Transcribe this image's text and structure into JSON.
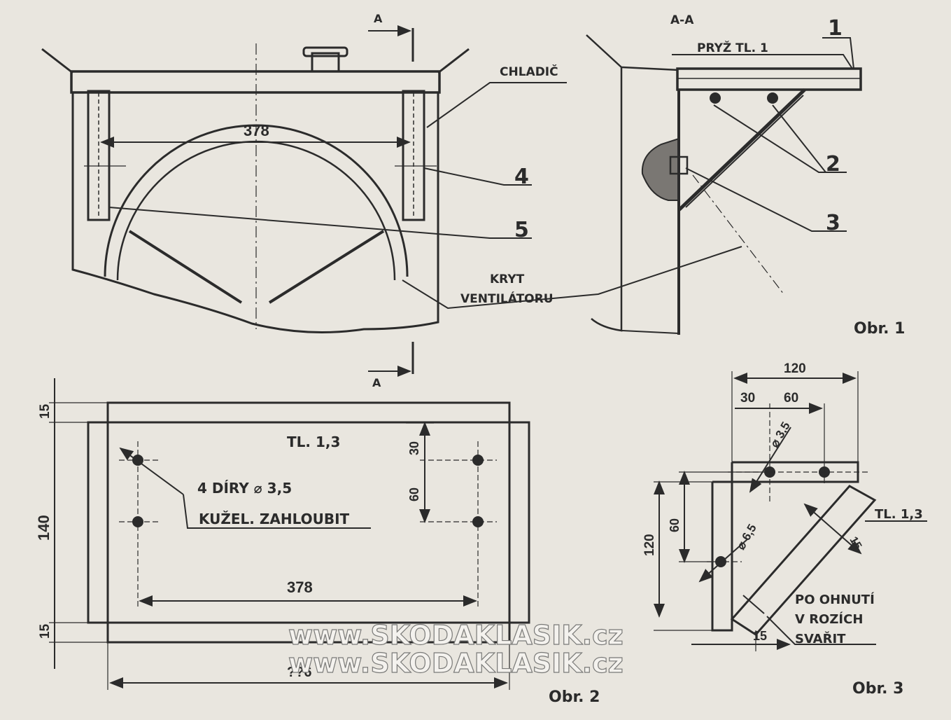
{
  "fig1": {
    "section_a": "A",
    "section_a_bottom": "A",
    "section_aa": "A-A",
    "dim_378": "378",
    "chladic": "CHLADIČ",
    "pryz": "PRYŽ TL. 1",
    "kryt_line1": "KRYT",
    "kryt_line2": "VENTILÁTORU",
    "callout_1": "1",
    "callout_2": "2",
    "callout_3": "3",
    "callout_4": "4",
    "callout_5": "5",
    "caption": "Obr. 1"
  },
  "fig2": {
    "thickness": "TL. 1,3",
    "holes_line1": "4 DÍRY ⌀ 3,5",
    "holes_line2": "KUŽEL. ZAHLOUBIT",
    "dim_15_top": "15",
    "dim_140": "140",
    "dim_15_bottom": "15",
    "dim_30": "30",
    "dim_60": "60",
    "dim_378": "378",
    "dim_bottom_overall": "??6",
    "caption": "Obr. 2"
  },
  "fig3": {
    "dim_120_top": "120",
    "dim_30": "30",
    "dim_60": "60",
    "dim_d35": "⌀ 3,5",
    "dim_d65": "⌀ 6,5",
    "dim_120_left": "120",
    "dim_60_left": "60",
    "dim_15_diag": "15",
    "dim_15_bottom": "15",
    "thickness": "TL. 1,3",
    "note_line1": "PO OHNUTÍ",
    "note_line2": "V ROZÍCH",
    "note_line3": "SVAŘIT",
    "caption": "Obr. 3"
  },
  "watermark": {
    "text_line1": "www.SKODAKLASIK.cz",
    "text_line2": "www.SKODAKLASIK.cz"
  }
}
